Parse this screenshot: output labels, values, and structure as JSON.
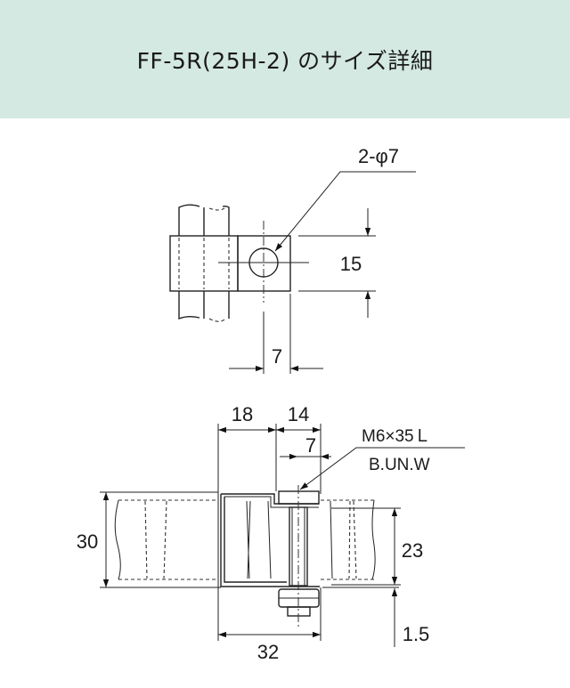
{
  "header": {
    "title": "FF-5R(25H-2) のサイズ詳細",
    "background": "#d4e9e1"
  },
  "top_view": {
    "hole_label": "2-φ7",
    "dim_height": "15",
    "dim_hole_offset": "7"
  },
  "side_view": {
    "dim_18": "18",
    "dim_14": "14",
    "dim_7": "7",
    "bolt_spec": "M6×35Ｌ",
    "bolt_parts": "B.UN.W",
    "dim_30": "30",
    "dim_23": "23",
    "dim_1_5": "1.5",
    "dim_32": "32"
  }
}
